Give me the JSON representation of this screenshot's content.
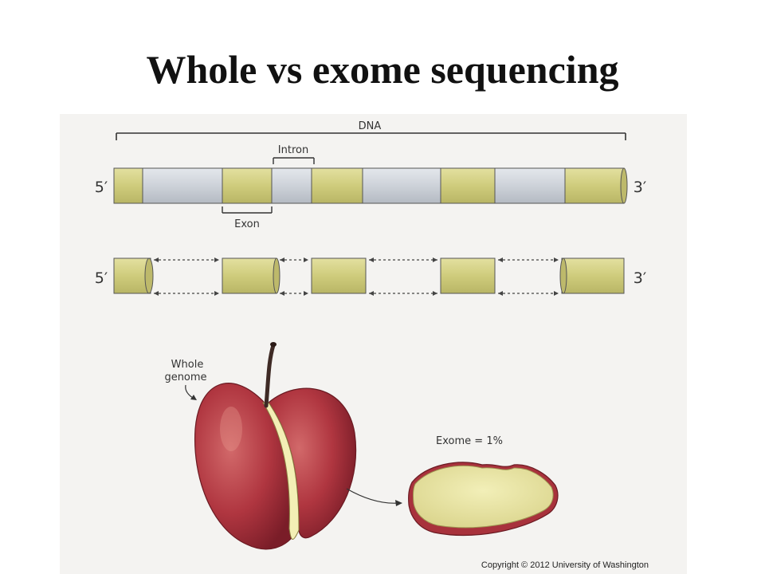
{
  "title": "Whole vs exome sequencing",
  "diagram": {
    "dna_label": "DNA",
    "intron_label": "Intron",
    "exon_label": "Exon",
    "five_prime": "5′",
    "three_prime": "3′",
    "whole_genome_label_line1": "Whole",
    "whole_genome_label_line2": "genome",
    "exome_label": "Exome = 1%",
    "copyright": "Copyright © 2012 University of Washington"
  },
  "colors": {
    "exon": "#cfcc7c",
    "intron": "#cdd2d9",
    "apple_red": "#b8383f",
    "apple_flesh": "#ece8a6"
  }
}
